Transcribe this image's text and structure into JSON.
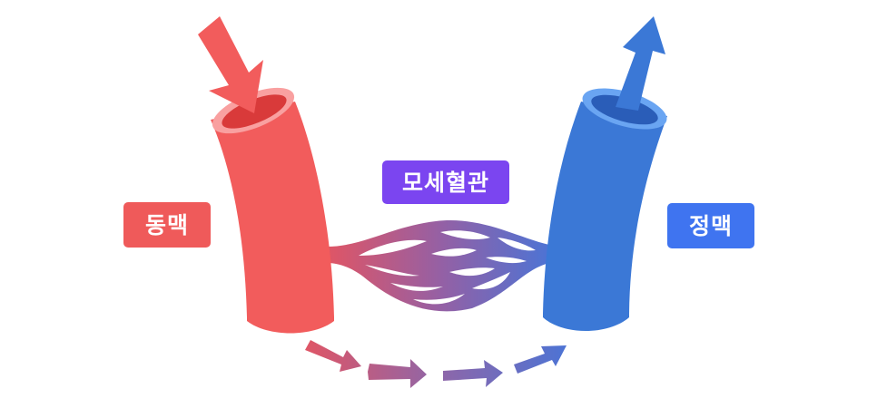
{
  "labels": {
    "artery": "동맥",
    "capillary": "모세혈관",
    "vein": "정맥"
  },
  "colors": {
    "artery": "#f25c5c",
    "artery_label": "#ef5a5a",
    "artery_rim": "#f9a0a0",
    "artery_inner": "#d93a3a",
    "artery_arrow": "#f25c5c",
    "capillary_label": "#7b45f0",
    "vein": "#3b78d6",
    "vein_label": "#3f74f0",
    "vein_rim": "#6aa5f2",
    "vein_inner": "#2a5db8",
    "vein_arrow": "#3b78d6",
    "gradient_start": "#e05565",
    "gradient_mid": "#9560a4",
    "gradient_end": "#4a74d6"
  },
  "icons": {
    "inflow": "arrow-down-right-icon",
    "outflow": "arrow-up-right-icon",
    "flow_path": "curved-arrow-chain-icon"
  }
}
